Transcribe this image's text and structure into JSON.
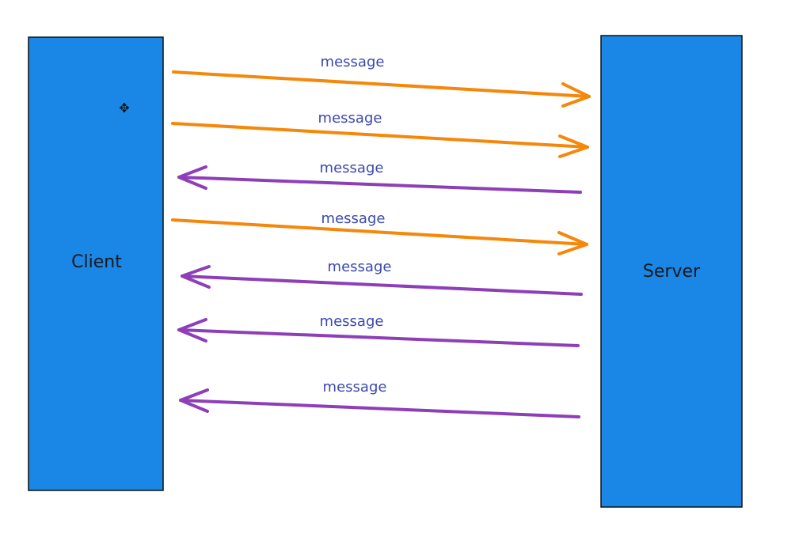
{
  "diagram": {
    "colors": {
      "box_fill": "#1a86e6",
      "box_stroke": "#111111",
      "to_server": "#f5870a",
      "to_client": "#8e3fb8",
      "message_text": "#3b49b0"
    },
    "client": {
      "label": "Client"
    },
    "server": {
      "label": "Server"
    },
    "messages": [
      {
        "label": "message",
        "direction": "to_server"
      },
      {
        "label": "message",
        "direction": "to_server"
      },
      {
        "label": "message",
        "direction": "to_client"
      },
      {
        "label": "message",
        "direction": "to_server"
      },
      {
        "label": "message",
        "direction": "to_client"
      },
      {
        "label": "message",
        "direction": "to_client"
      },
      {
        "label": "message",
        "direction": "to_client"
      }
    ],
    "cursor": {
      "icon": "move-cursor-icon",
      "glyph": "✥"
    }
  }
}
